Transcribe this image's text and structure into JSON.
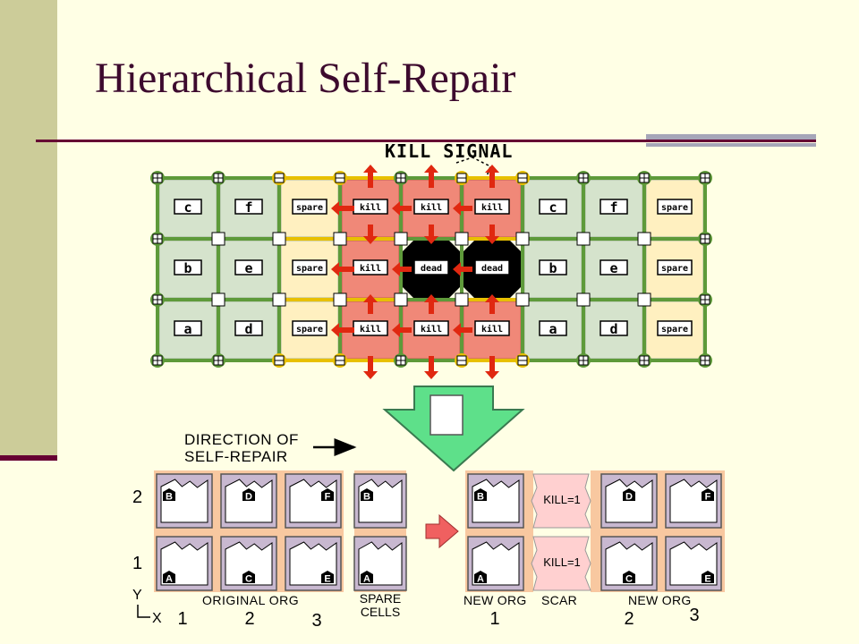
{
  "slide": {
    "title": "Hierarchical Self-Repair"
  },
  "colors": {
    "org": "#D5E3CC",
    "spare": "#FFF0C0",
    "kill": "#F08878",
    "dead": "#000000",
    "wire_green": "#5E9A3A",
    "wire_yellow": "#E8C000",
    "arrow_red": "#E02810",
    "big_arrow": "#5EE08A",
    "cell_purple": "#C8B8D0",
    "cell_bg": "#F8C8A0",
    "scar": "#FFD0D0"
  },
  "top": {
    "kill_signal_label": "KILL SIGNAL",
    "grid": [
      [
        "c",
        "f",
        "spare",
        "kill",
        "kill",
        "kill",
        "c",
        "f",
        "spare"
      ],
      [
        "b",
        "e",
        "spare",
        "kill",
        "dead",
        "dead",
        "b",
        "e",
        "spare"
      ],
      [
        "a",
        "d",
        "spare",
        "kill",
        "kill",
        "kill",
        "a",
        "d",
        "spare"
      ]
    ]
  },
  "bottom": {
    "direction_label_line1": "DIRECTION OF",
    "direction_label_line2": "SELF-REPAIR",
    "left": {
      "row_labels": [
        "2",
        "1"
      ],
      "original_cells": [
        [
          "B",
          "D",
          "F"
        ],
        [
          "A",
          "C",
          "E"
        ]
      ],
      "spare_cells": [
        "B",
        "A"
      ],
      "original_label": "ORIGINAL ORG",
      "spare_label_line1": "SPARE",
      "spare_label_line2": "CELLS",
      "axis_y": "Y",
      "axis_x": "X",
      "col_labels": [
        "1",
        "2",
        "3"
      ]
    },
    "right": {
      "new_org_1_cells": [
        "B",
        "A"
      ],
      "scar_cells": [
        "KILL=1",
        "KILL=1"
      ],
      "new_org_2_cells": [
        [
          "D",
          "F"
        ],
        [
          "C",
          "E"
        ]
      ],
      "new_org_1_label": "NEW ORG",
      "scar_label": "SCAR",
      "new_org_2_label": "NEW ORG",
      "col_labels": [
        "1",
        "2",
        "3"
      ]
    }
  }
}
